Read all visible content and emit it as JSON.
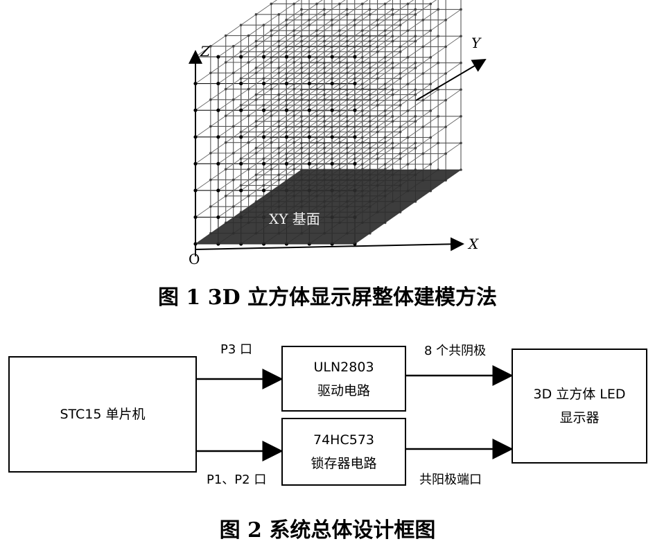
{
  "figure1": {
    "caption": "图 1  3D 立方体显示屏整体建模方法",
    "axis_z": "Z",
    "axis_y": "Y",
    "axis_x": "X",
    "origin": "O",
    "base_label": "XY 基面"
  },
  "figure2": {
    "caption": "图 2   系统总体设计框图",
    "mcu_label": "STC15 单片机",
    "driver_line1": "ULN2803",
    "driver_line2": "驱动电路",
    "latch_line1": "74HC573",
    "latch_line2": "锁存器电路",
    "display_line1": "3D 立方体 LED",
    "display_line2": "显示器",
    "port_p3": "P3 口",
    "port_p1p2": "P1、P2 口",
    "cathode_label": "8 个共阴极",
    "anode_label": "共阳极端口"
  }
}
